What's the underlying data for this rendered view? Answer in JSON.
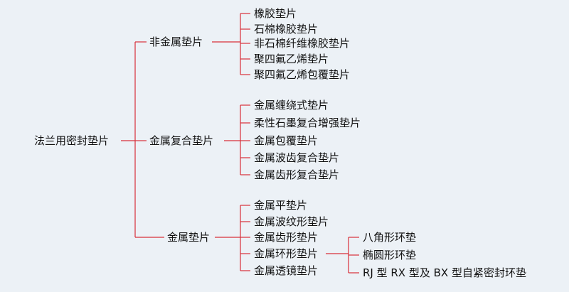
{
  "diagram": {
    "root": "法兰用密封垫片",
    "groups": [
      {
        "label": "非金属垫片",
        "items": [
          "橡胶垫片",
          "石棉橡胶垫片",
          "非石棉纤维橡胶垫片",
          "聚四氟乙烯垫片",
          "聚四氟乙烯包覆垫片"
        ]
      },
      {
        "label": "金属复合垫片",
        "items": [
          "金属缠绕式垫片",
          "柔性石墨复合增强垫片",
          "金属包覆垫片",
          "金属波齿复合垫片",
          "金属齿形复合垫片"
        ]
      },
      {
        "label": "金属垫片",
        "items": [
          "金属平垫片",
          "金属波纹形垫片",
          "金属齿形垫片",
          "金属环形垫片",
          "金属透镜垫片"
        ]
      }
    ],
    "sub_branch": {
      "parent": "金属环形垫片",
      "items": [
        "八角形环垫",
        "椭圆形环垫",
        "RJ 型 RX 型及 BX 型自紧密封环垫"
      ]
    }
  },
  "colors": {
    "background": "#ecf1f6",
    "connector": "#d8303a",
    "text": "#111111"
  }
}
